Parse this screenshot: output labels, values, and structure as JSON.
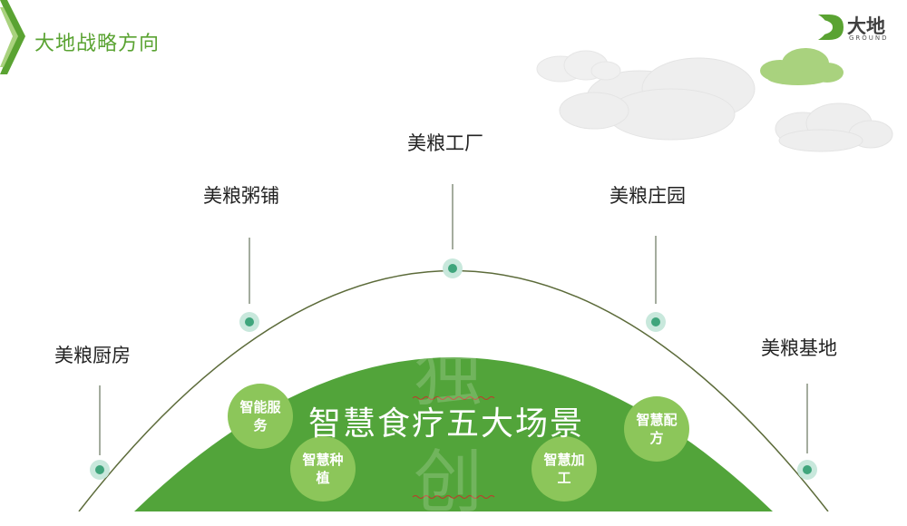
{
  "header": {
    "title": "大地战略方向"
  },
  "logo": {
    "text": "大地",
    "subtext": "GROUND"
  },
  "nodes": [
    {
      "label": "美粮厨房"
    },
    {
      "label": "美粮粥铺"
    },
    {
      "label": "美粮工厂"
    },
    {
      "label": "美粮庄园"
    },
    {
      "label": "美粮基地"
    }
  ],
  "main": {
    "title": "智慧食疗五大场景",
    "watermark_top": "独",
    "watermark_bottom": "创"
  },
  "circles": [
    {
      "line1": "智能服",
      "line2": "务"
    },
    {
      "line1": "智慧种",
      "line2": "植"
    },
    {
      "line1": "智慧加",
      "line2": "工"
    },
    {
      "line1": "智慧配",
      "line2": "方"
    }
  ],
  "colors": {
    "accent": "#5aa332",
    "dome": "#52a43a",
    "circle": "#8cc65a",
    "node": "#3fa57c",
    "node_halo": "#c8e8dc",
    "arc": "#5c6b3a",
    "cloud_white": "#eeeeee",
    "cloud_green": "#a9d27e"
  }
}
